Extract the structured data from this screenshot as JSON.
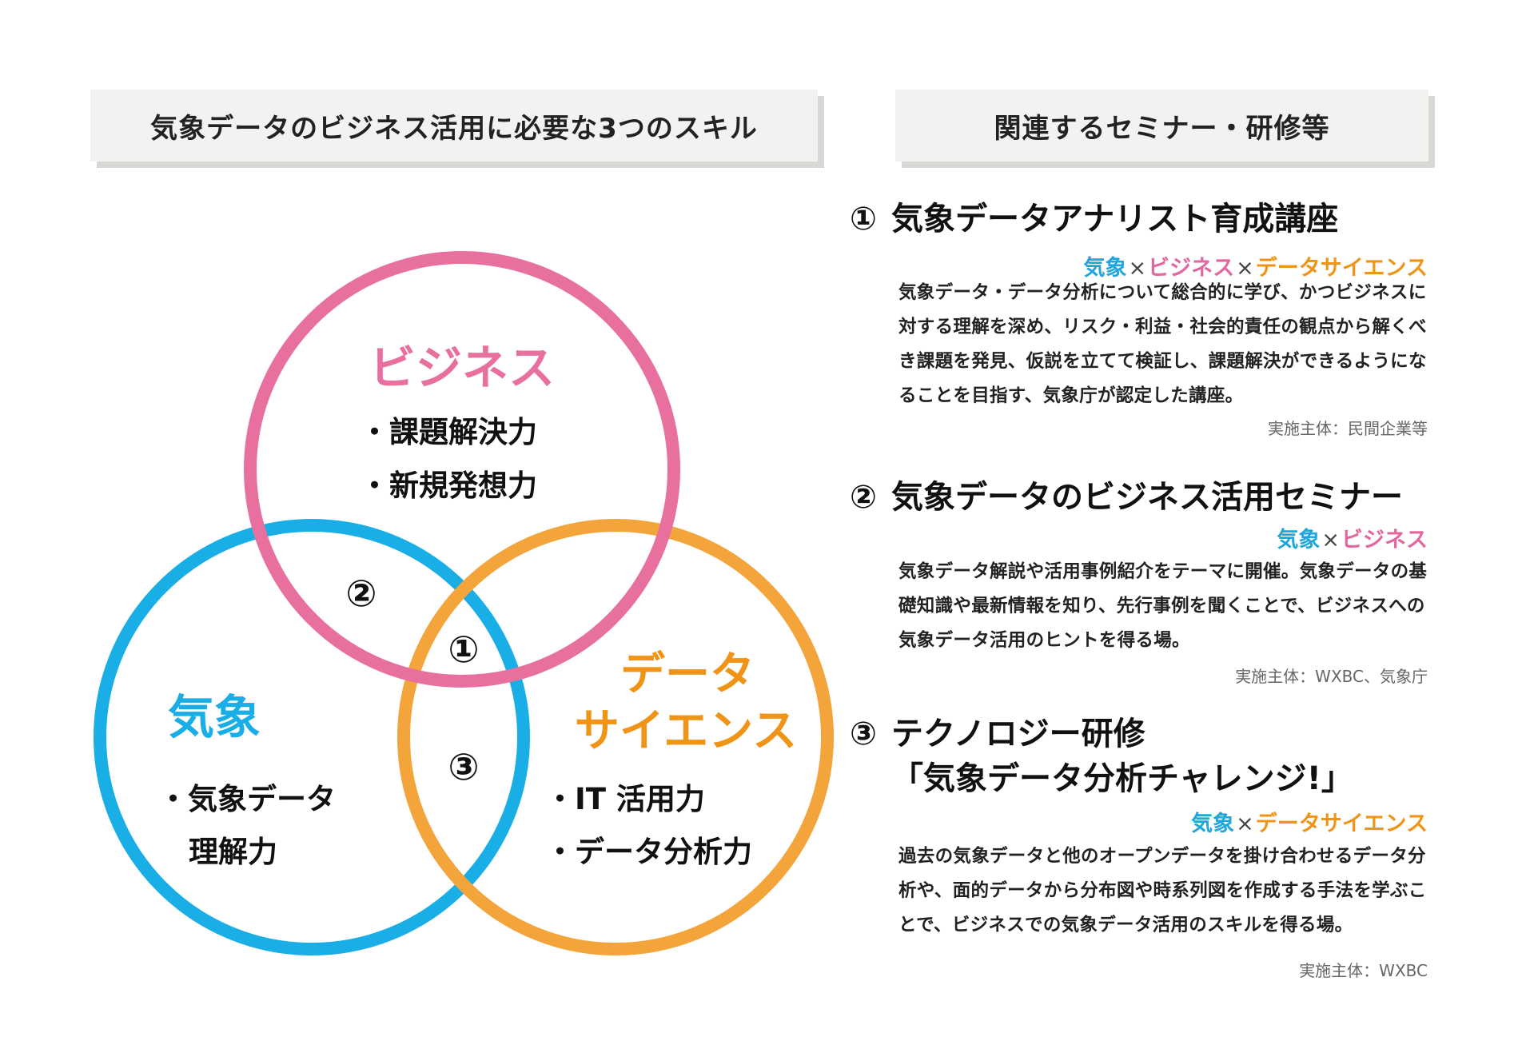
{
  "headers": {
    "left": "気象データのビジネス活用に必要な3つのスキル",
    "right": "関連するセミナー・研修等"
  },
  "venn": {
    "business": {
      "title": "ビジネス",
      "skills": [
        "・課題解決力",
        "・新規発想力"
      ],
      "color": "#e8709f"
    },
    "weather": {
      "title": "気象",
      "skills": [
        "・気象データ",
        "理解力"
      ],
      "color": "#19aee6"
    },
    "datascience": {
      "title_lines": [
        "データ",
        "サイエンス"
      ],
      "skills": [
        "・IT 活用力",
        "・データ分析力"
      ],
      "color": "#f3a43a"
    },
    "markers": [
      "①",
      "②",
      "③"
    ]
  },
  "courses": [
    {
      "num": "①",
      "title_lines": [
        "気象データアナリスト育成講座"
      ],
      "tags": [
        {
          "label": "気象",
          "kind": "weather"
        },
        {
          "label": "ビジネス",
          "kind": "business"
        },
        {
          "label": "データサイエンス",
          "kind": "ds"
        }
      ],
      "tag_separator": "×",
      "description": "気象データ・データ分析について総合的に学び、かつビジネスに対する理解を深め、リスク・利益・社会的責任の観点から解くべき課題を発見、仮説を立てて検証し、課題解決ができるようになることを目指す、気象庁が認定した講座。",
      "organizer": "実施主体：民間企業等"
    },
    {
      "num": "②",
      "title_lines": [
        "気象データのビジネス活用セミナー"
      ],
      "tags": [
        {
          "label": "気象",
          "kind": "weather"
        },
        {
          "label": "ビジネス",
          "kind": "business"
        }
      ],
      "tag_separator": "×",
      "description": "気象データ解説や活用事例紹介をテーマに開催。気象データの基礎知識や最新情報を知り、先行事例を聞くことで、ビジネスへの気象データ活用のヒントを得る場。",
      "organizer": "実施主体：WXBC、気象庁"
    },
    {
      "num": "③",
      "title_lines": [
        "テクノロジー研修",
        "「気象データ分析チャレンジ!」"
      ],
      "tags": [
        {
          "label": "気象",
          "kind": "weather"
        },
        {
          "label": "データサイエンス",
          "kind": "ds"
        }
      ],
      "tag_separator": "×",
      "description": "過去の気象データと他のオープンデータを掛け合わせるデータ分析や、面的データから分布図や時系列図を作成する手法を学ぶことで、ビジネスでの気象データ活用のスキルを得る場。",
      "organizer": "実施主体：WXBC"
    }
  ]
}
